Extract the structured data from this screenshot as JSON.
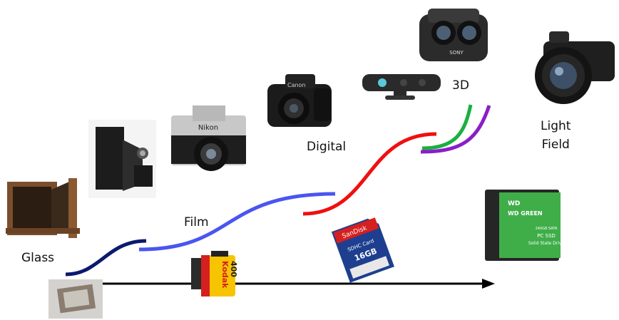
{
  "eras": {
    "glass": "Glass",
    "film": "Film",
    "digital": "Digital",
    "three_d": "3D",
    "light_field_line1": "Light",
    "light_field_line2": "Field"
  },
  "media_labels": {
    "kodak_brand": "Kodak",
    "kodak_speed": "400",
    "sd_brand": "SanDisk",
    "sd_type": "SDHC Card",
    "sd_capacity": "16GB",
    "ssd_brand": "WD",
    "ssd_name": "WD GREEN",
    "ssd_size": "240GB SATA",
    "ssd_line1": "PC SSD",
    "ssd_line2": "Solid State Drive"
  },
  "camera_labels": {
    "nikon": "Nikon",
    "canon": "Canon",
    "sony": "SONY"
  },
  "colors": {
    "glass_curve": "#0a1a6e",
    "film_curve": "#4a55f0",
    "digital_curve": "#ef1010",
    "green_curve": "#1bb040",
    "purple_curve": "#8a1ec8",
    "timeline_arrow": "#000000",
    "ssd_green": "#3fae49"
  }
}
